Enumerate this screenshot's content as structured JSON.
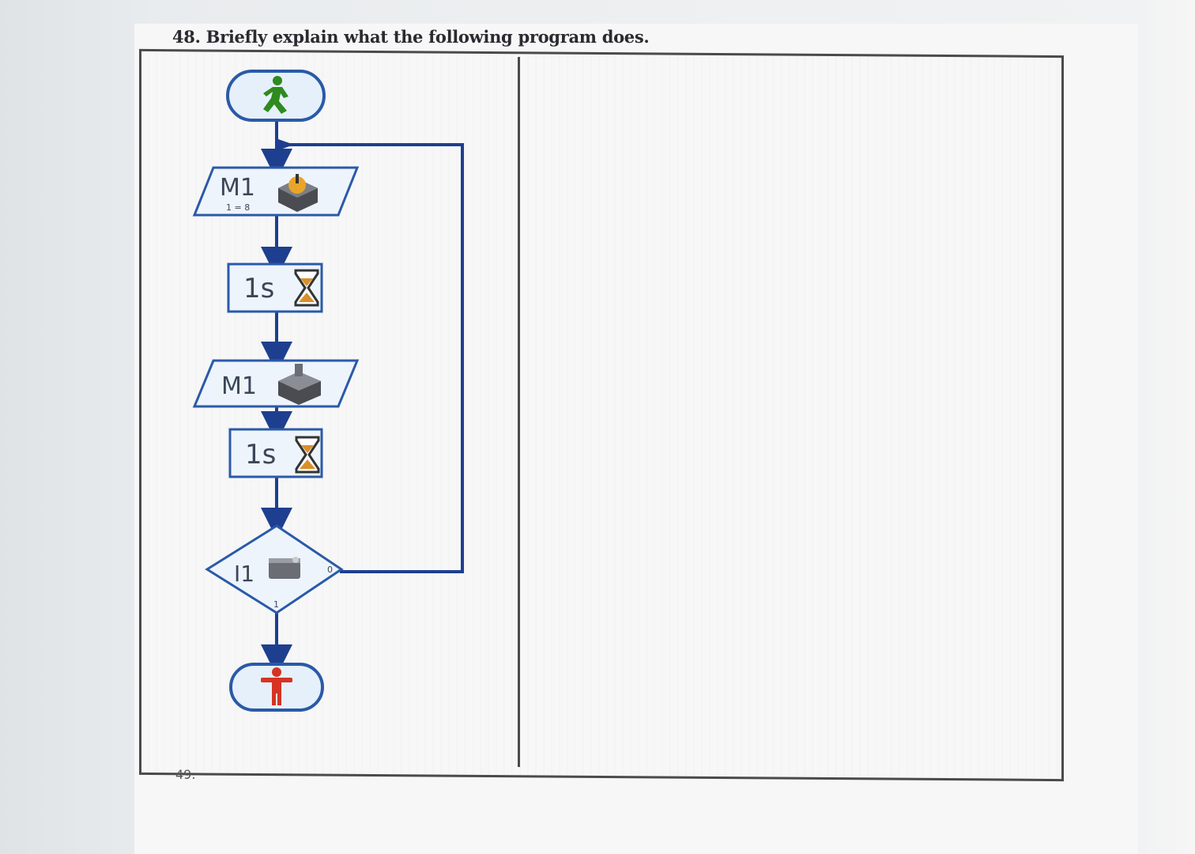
{
  "question": {
    "title": "48. Briefly explain what the following program does.",
    "next_number": "49."
  },
  "flowchart": {
    "motor_on": {
      "label": "M1",
      "sub": "1 = 8"
    },
    "wait_1": {
      "label": "1s"
    },
    "motor_off": {
      "label": "M1"
    },
    "wait_2": {
      "label": "1s"
    },
    "branch": {
      "label": "I1",
      "true_label": "1",
      "false_label": "0"
    }
  },
  "colors": {
    "flow_line": "#1e3f8f",
    "block_fill": "#eef4fb",
    "block_border": "#2a5aa8",
    "start_icon": "#2e8b1e",
    "stop_icon": "#d63324",
    "hourglass": "#d9902a"
  },
  "icons": [
    "start-running-man-icon",
    "motor-icon",
    "hourglass-icon",
    "switch-icon",
    "stop-man-icon"
  ]
}
